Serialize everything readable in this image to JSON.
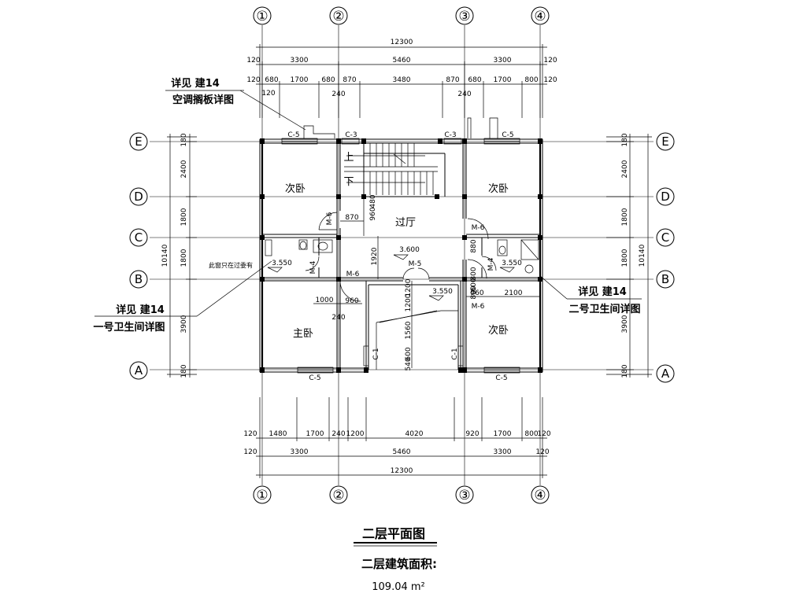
{
  "axes": {
    "columns": [
      "①",
      "②",
      "③",
      "④"
    ],
    "rows": [
      "E",
      "D",
      "C",
      "B",
      "A"
    ]
  },
  "dims": {
    "top_total": "12300",
    "top_mid": [
      "120",
      "3300",
      "5460",
      "3300",
      "120"
    ],
    "top_detail": [
      "120",
      "680",
      "1700",
      "680",
      "870",
      "3480",
      "870",
      "680",
      "1700",
      "800",
      "120"
    ],
    "top_sub_a": "120",
    "top_sub_b": "240",
    "top_sub_c": "240",
    "bot_detail": [
      "120",
      "1480",
      "1700",
      "240",
      "1200",
      "4020",
      "920",
      "1700",
      "800",
      "120"
    ],
    "bot_mid": [
      "120",
      "3300",
      "5460",
      "3300",
      "120"
    ],
    "bot_total": "12300",
    "left": [
      "180",
      "2400",
      "1800",
      "1800",
      "3900",
      "180"
    ],
    "left_total": "10140",
    "right": [
      "180",
      "2400",
      "1800",
      "1800",
      "3900",
      "180"
    ],
    "right_total": "10140",
    "inner": [
      "870",
      "960",
      "480",
      "1920",
      "800",
      "880",
      "600",
      "800",
      "1000",
      "960",
      "240",
      "960",
      "2100",
      "1200",
      "1200",
      "1560",
      "600",
      "540"
    ]
  },
  "windows": {
    "c5": "C-5",
    "c3": "C-3",
    "c1": "C-1"
  },
  "doors": {
    "m6": "M-6",
    "m4": "M-4",
    "m5": "M-5"
  },
  "rooms": {
    "second_bedroom": "次卧",
    "master_bedroom": "主卧",
    "hall": "过厅",
    "up": "上",
    "down": "下"
  },
  "levels": {
    "l1": "3.600",
    "l2": "3.550",
    "l3": "3.550",
    "l4": "3.550"
  },
  "notes": {
    "ac_ref": "详见 建14",
    "ac_title": "空调搁板详图",
    "wc1_ref": "详见 建14",
    "wc1_title": "一号卫生间详图",
    "wc2_ref": "详见 建14",
    "wc2_title": "二号卫生间详图",
    "window_note": "此窗只在过委有"
  },
  "footer": {
    "title": "二层平面图",
    "area_label": "二层建筑面积:",
    "area_value": "109.04 m²"
  }
}
